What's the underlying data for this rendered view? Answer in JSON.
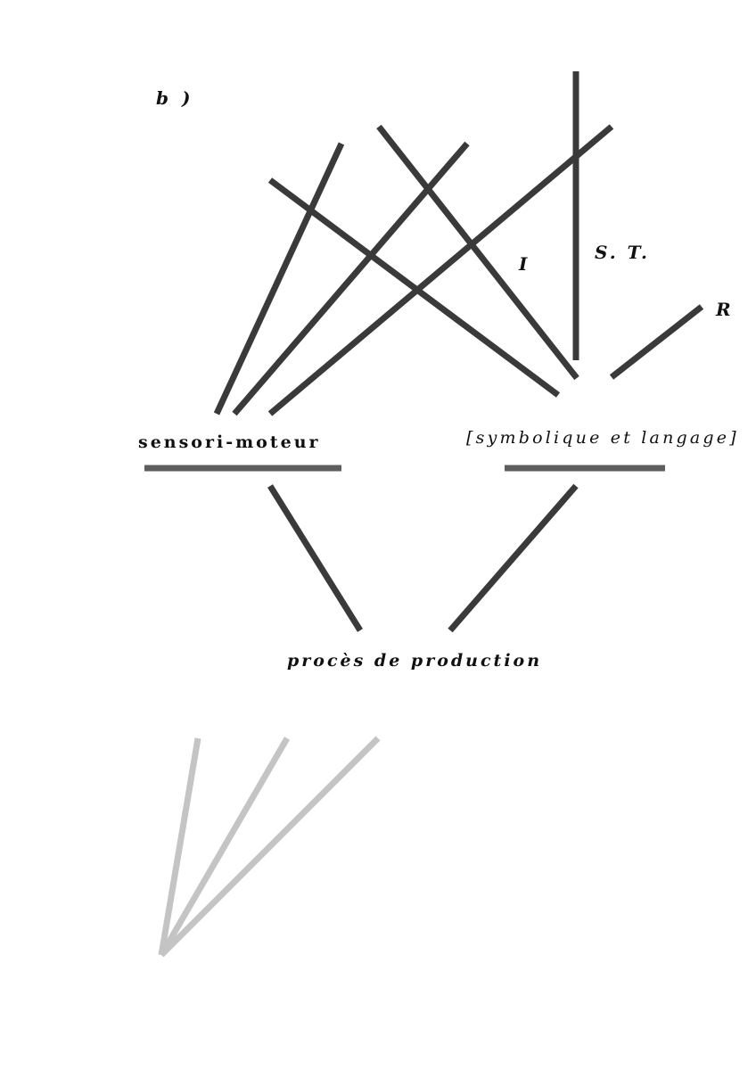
{
  "labels": {
    "panel": "b )",
    "i": "I",
    "st": "S. T.",
    "r": "R",
    "sensori": "sensori-moteur",
    "symbolique": "[symbolique et langage]",
    "proces": "procès de production"
  },
  "colors": {
    "dark_line": "#3a3a3a",
    "bar": "#5e5e5e",
    "light_line": "#c4c4c4"
  }
}
